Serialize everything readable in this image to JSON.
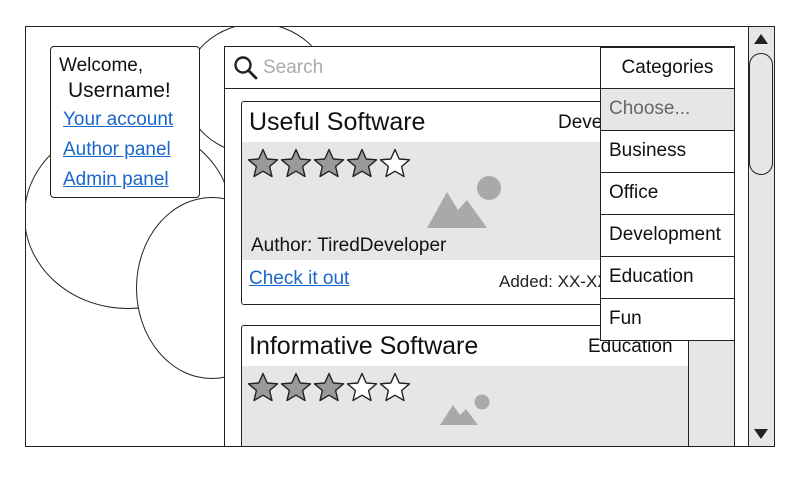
{
  "user": {
    "welcome": "Welcome,",
    "username": "Username!",
    "links": [
      "Your account",
      "Author panel",
      "Admin panel"
    ]
  },
  "search": {
    "placeholder": "Search",
    "icon": "search-icon"
  },
  "cards": [
    {
      "title": "Useful Software",
      "category": "Development",
      "rating": 4,
      "author": "Author: TiredDeveloper",
      "cta": "Check it out",
      "added": "Added: XX-XX-XXXX"
    },
    {
      "title": "Informative Software",
      "category": "Education",
      "rating": 3
    }
  ],
  "categories": {
    "header": "Categories",
    "selected": "Choose...",
    "options": [
      "Business",
      "Office",
      "Development",
      "Education",
      "Fun"
    ]
  },
  "colors": {
    "link": "#1a66c9",
    "placeholder_fill": "#e6e6e6",
    "star_fill": "#9a9a9a"
  }
}
